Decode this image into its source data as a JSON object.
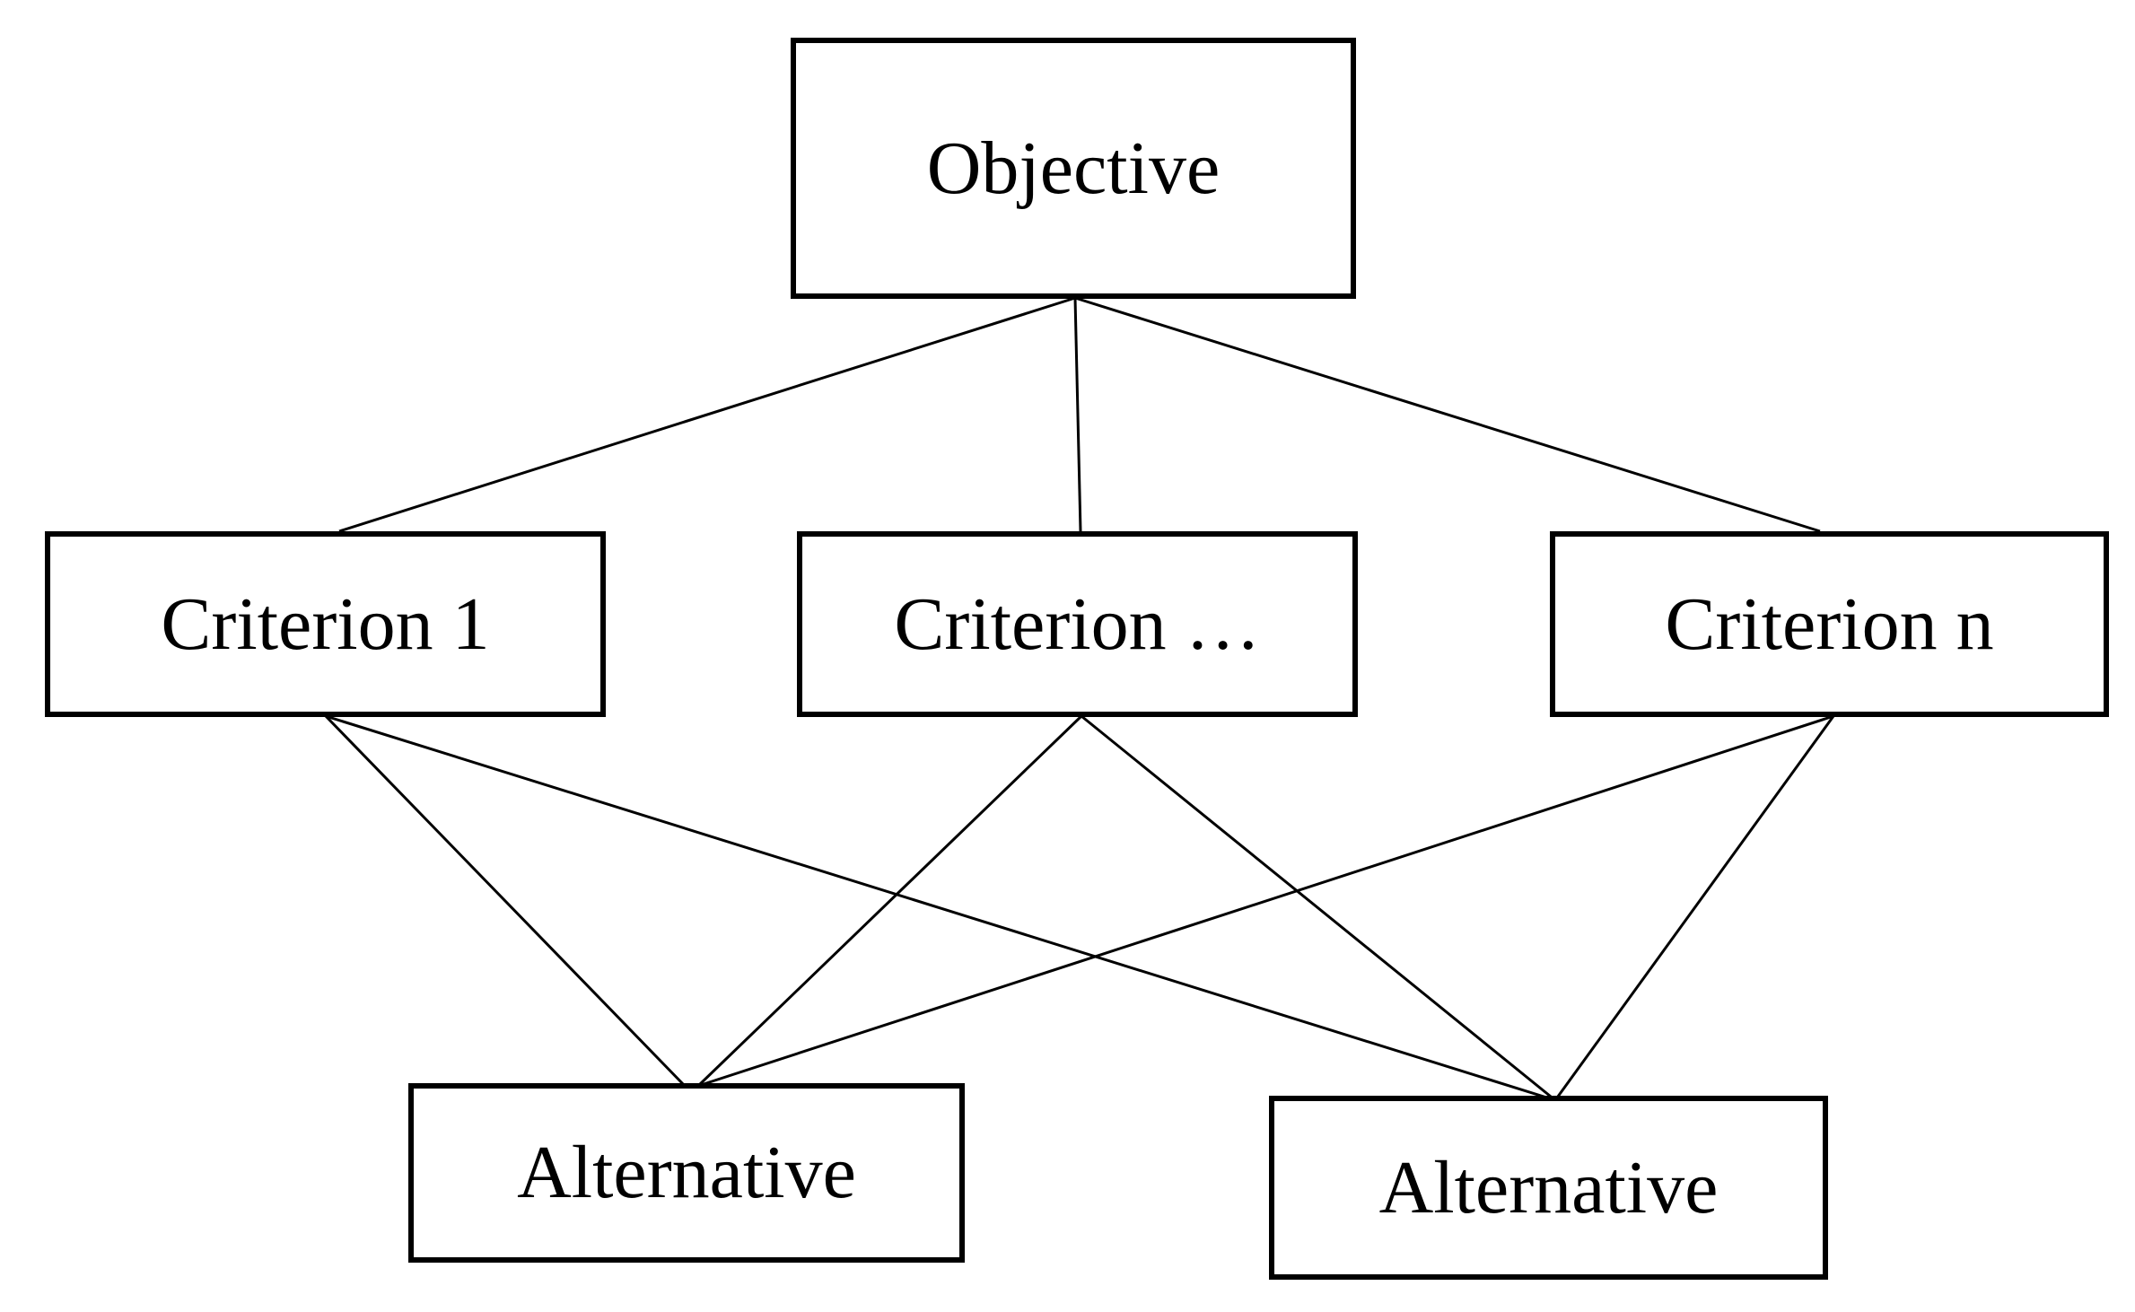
{
  "diagram": {
    "nodes": [
      {
        "id": "objective",
        "label": "Objective"
      },
      {
        "id": "criterion-1",
        "label": "Criterion 1"
      },
      {
        "id": "criterion-mid",
        "label": "Criterion …"
      },
      {
        "id": "criterion-n",
        "label": "Criterion n"
      },
      {
        "id": "alternative-1",
        "label": "Alternative"
      },
      {
        "id": "alternative-2",
        "label": "Alternative"
      }
    ],
    "edges": [
      [
        "objective",
        "criterion-1"
      ],
      [
        "objective",
        "criterion-mid"
      ],
      [
        "objective",
        "criterion-n"
      ],
      [
        "criterion-1",
        "alternative-1"
      ],
      [
        "criterion-1",
        "alternative-2"
      ],
      [
        "criterion-mid",
        "alternative-1"
      ],
      [
        "criterion-mid",
        "alternative-2"
      ],
      [
        "criterion-n",
        "alternative-1"
      ],
      [
        "criterion-n",
        "alternative-2"
      ]
    ]
  }
}
